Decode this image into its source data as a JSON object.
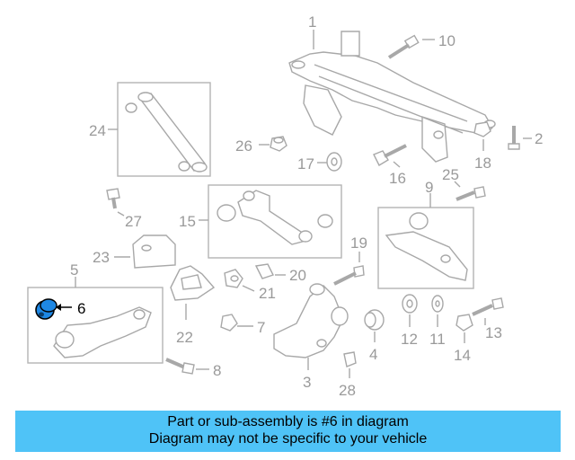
{
  "diagram": {
    "callouts": [
      "1",
      "2",
      "3",
      "4",
      "5",
      "6",
      "7",
      "8",
      "9",
      "10",
      "11",
      "12",
      "13",
      "14",
      "15",
      "16",
      "17",
      "18",
      "19",
      "20",
      "21",
      "22",
      "23",
      "24",
      "25",
      "26",
      "27",
      "28"
    ],
    "highlighted": "6",
    "colors": {
      "highlight_part": "#1e88e5",
      "line_art": "#a8a8a8",
      "callout_text": "#9a9a9a"
    }
  },
  "banner": {
    "line1": "Part or sub-assembly is #6 in diagram",
    "line2": "Diagram may not be specific to your vehicle",
    "background": "#4fc3f7"
  }
}
